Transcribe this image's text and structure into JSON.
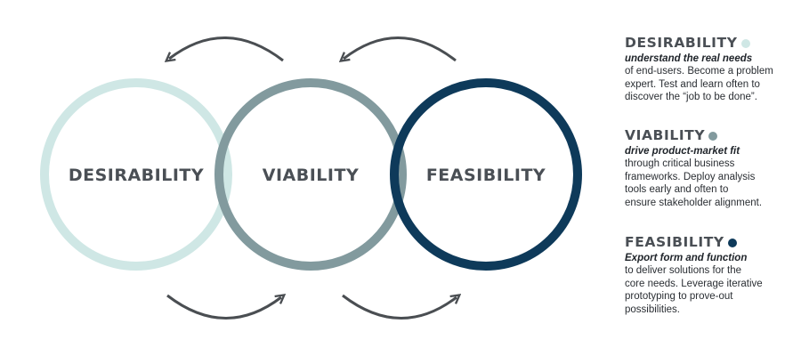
{
  "colors": {
    "desirability": "#cfe7e5",
    "viability": "#829a9e",
    "feasibility": "#0e3a5a",
    "arrow": "#4a4e52",
    "text": "#4a4f55"
  },
  "circles": [
    {
      "key": "desirability",
      "label": "DESIRABILITY"
    },
    {
      "key": "viability",
      "label": "VIABILITY"
    },
    {
      "key": "feasibility",
      "label": "FEASIBILITY"
    }
  ],
  "legend": {
    "desirability": {
      "title": "DESIRABILITY",
      "subtitle": "understand the real needs",
      "lines": [
        "of end-users. Become a problem",
        "expert. Test and learn often to",
        "discover the “job to be done”."
      ]
    },
    "viability": {
      "title": "VIABILITY",
      "subtitle": "drive product-market fit",
      "lines": [
        "through critical business",
        "frameworks. Deploy analysis",
        "tools early and often to",
        "ensure stakeholder alignment."
      ]
    },
    "feasibility": {
      "title": "FEASIBILITY",
      "subtitle": "Export form and function",
      "lines": [
        "to deliver solutions for the",
        "core needs. Leverage iterative",
        "prototyping to prove-out",
        "possibilities."
      ]
    }
  }
}
